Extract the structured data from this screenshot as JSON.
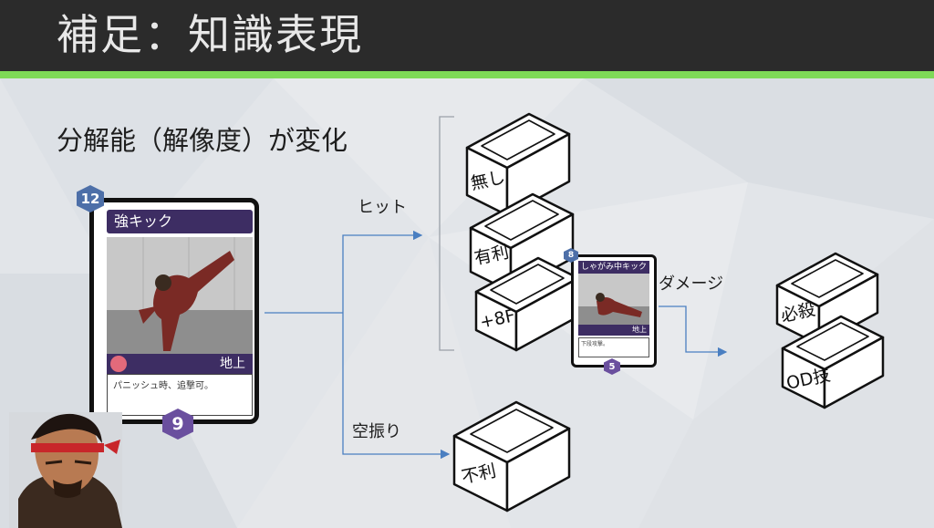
{
  "slide": {
    "title": "補足：知識表現",
    "subtitle": "分解能（解像度）が変化"
  },
  "main_card": {
    "name": "強キック",
    "cost": "12",
    "power": "9",
    "stance": "地上",
    "description": "パニッシュ時、追撃可。"
  },
  "small_card": {
    "name": "しゃがみ中キック",
    "cost": "8",
    "power": "5",
    "stance": "地上",
    "description": "下段攻撃。"
  },
  "labels": {
    "hit": "ヒット",
    "whiff": "空振り",
    "damage": "ダメージ"
  },
  "boxes": {
    "none": "無し",
    "advantage": "有利",
    "plus8f": "+8F",
    "disadvantage": "不利",
    "special": "必殺",
    "od": "OD技"
  },
  "colors": {
    "header_bg": "#2b2b2b",
    "accent_green": "#7ed957",
    "card_purple": "#3d2d63",
    "arrow_blue": "#4a7fc1"
  }
}
